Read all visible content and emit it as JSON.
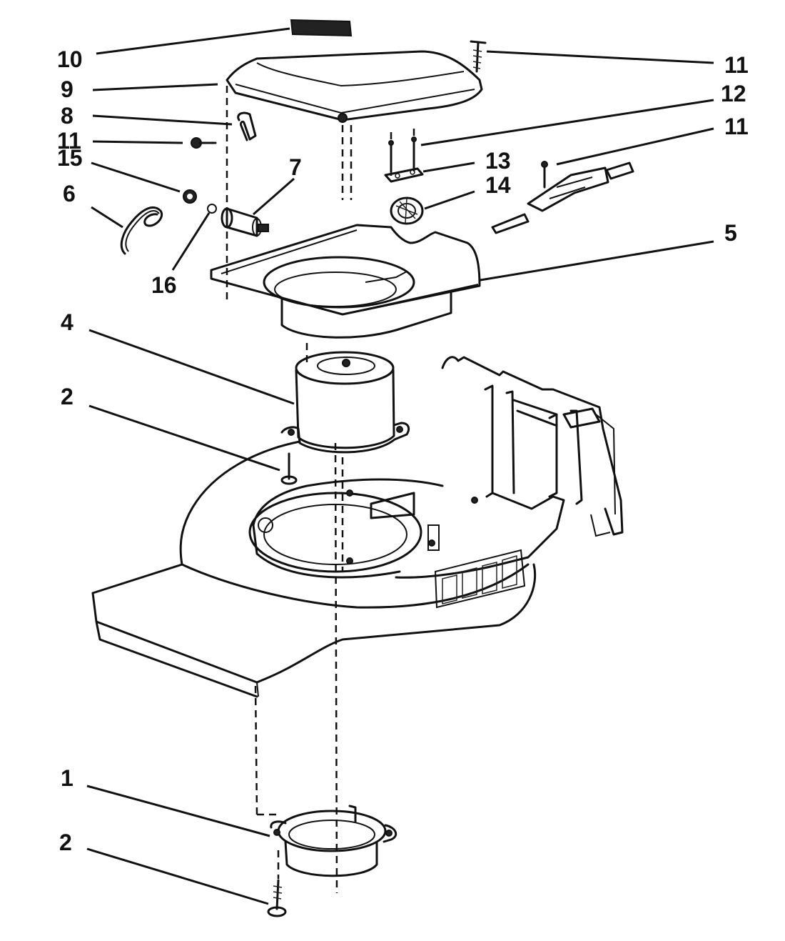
{
  "callouts": {
    "c1": "1",
    "c2a": "2",
    "c2b": "2",
    "c4": "4",
    "c5": "5",
    "c6": "6",
    "c7": "7",
    "c8": "8",
    "c9": "9",
    "c10": "10",
    "c11a": "11",
    "c11b": "11",
    "c11c": "11",
    "c12": "12",
    "c13": "13",
    "c14": "14",
    "c15": "15",
    "c16": "16"
  }
}
